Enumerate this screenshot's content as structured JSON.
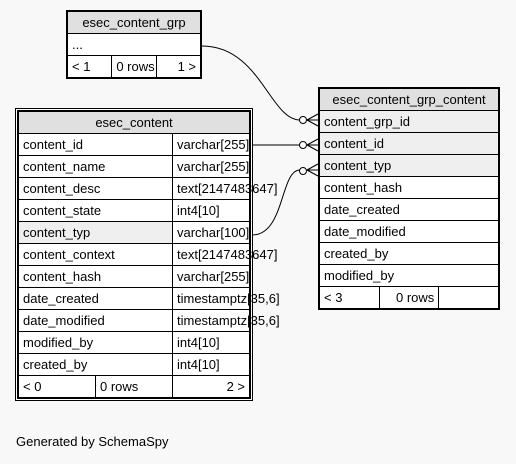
{
  "grp": {
    "title": "esec_content_grp",
    "row": "...",
    "footer": [
      "< 1",
      "0 rows",
      "1 >"
    ]
  },
  "content": {
    "title": "esec_content",
    "columns": [
      [
        "content_id",
        "varchar[255]"
      ],
      [
        "content_name",
        "varchar[255]"
      ],
      [
        "content_desc",
        "text[2147483647]"
      ],
      [
        "content_state",
        "int4[10]"
      ],
      [
        "content_typ",
        "varchar[100]"
      ],
      [
        "content_context",
        "text[2147483647]"
      ],
      [
        "content_hash",
        "varchar[255]"
      ],
      [
        "date_created",
        "timestamptz[35,6]"
      ],
      [
        "date_modified",
        "timestamptz[35,6]"
      ],
      [
        "modified_by",
        "int4[10]"
      ],
      [
        "created_by",
        "int4[10]"
      ]
    ],
    "footer": [
      "< 0",
      "0 rows",
      "2 >"
    ]
  },
  "grp_content": {
    "title": "esec_content_grp_content",
    "columns": [
      "content_grp_id",
      "content_id",
      "content_typ",
      "content_hash",
      "date_created",
      "date_modified",
      "created_by",
      "modified_by"
    ],
    "footer": [
      "< 3",
      "0 rows",
      ""
    ]
  },
  "generated": "Generated by SchemaSpy"
}
